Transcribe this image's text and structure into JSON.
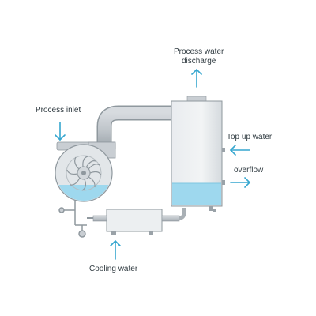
{
  "labels": {
    "process_inlet": "Process inlet",
    "process_water_discharge_line1": "Process water",
    "process_water_discharge_line2": "discharge",
    "top_up_water": "Top up water",
    "overflow": "overflow",
    "cooling_water": "Cooling water"
  },
  "colors": {
    "arrow": "#35a6cf",
    "water": "#9ed8ee",
    "metal_light": "#e6e9ec",
    "metal_mid": "#c9ced3",
    "metal_dark": "#9aa2a8",
    "outline": "#6d767c"
  },
  "icons": {
    "flow_arrow": "arrow"
  }
}
